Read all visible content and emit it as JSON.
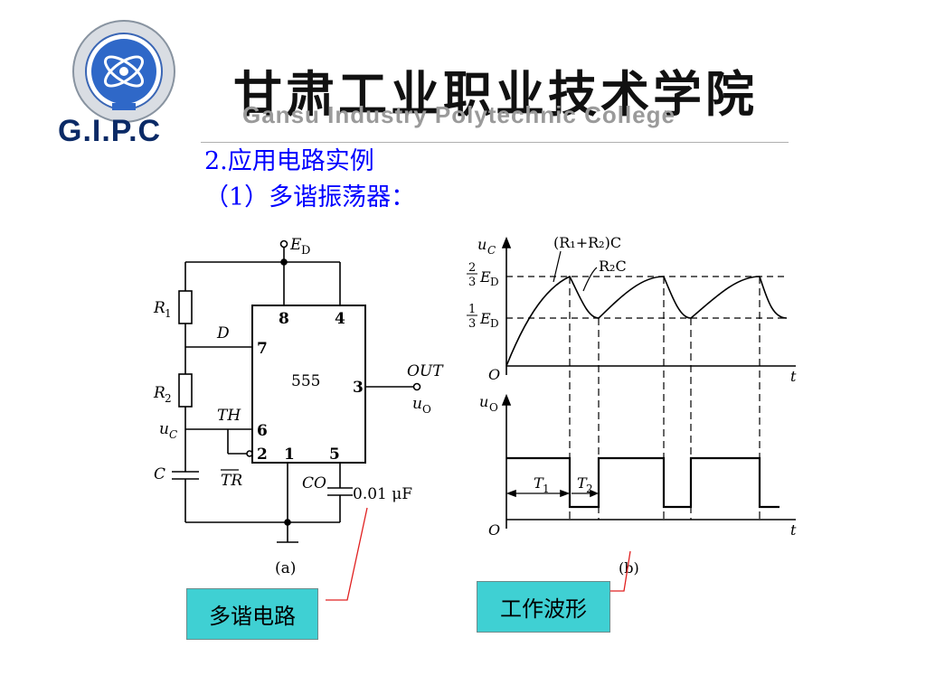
{
  "header": {
    "logo_text": "G.I.P.C",
    "college_cn": "甘肃工业职业技术学院",
    "college_en": "Gansu Industry Polytechnic College"
  },
  "slide": {
    "heading1": "2.应用电路实例",
    "heading2": "（1）多谐振荡器："
  },
  "circuit": {
    "supply": "E",
    "supply_sub": "D",
    "r1": "R",
    "r1_sub": "1",
    "r2": "R",
    "r2_sub": "2",
    "node_d": "D",
    "node_th": "TH",
    "node_uc": "u",
    "node_uc_sub": "C",
    "node_tr": "TR",
    "cap": "C",
    "chip": "555",
    "pin8": "8",
    "pin4": "4",
    "pin7": "7",
    "pin3": "3",
    "pin6": "6",
    "pin2": "2",
    "pin1": "1",
    "pin5": "5",
    "co": "CO",
    "cap_value": "0.01 μF",
    "out": "OUT",
    "uo": "u",
    "uo_sub": "O",
    "caption": "(a)"
  },
  "waveform": {
    "charge_label": "(R₁+R₂)C",
    "discharge_label": "R₂C",
    "uc_axis": "u",
    "uc_axis_sub": "C",
    "uo_axis": "u",
    "uo_axis_sub": "O",
    "upper_frac_num": "2",
    "upper_frac_den": "3",
    "lower_frac_num": "1",
    "lower_frac_den": "3",
    "e_level": "E",
    "e_level_sub": "D",
    "origin": "O",
    "t_axis": "t",
    "t1": "T",
    "t1_sub": "1",
    "t2": "T",
    "t2_sub": "2",
    "caption": "(b)"
  },
  "callouts": {
    "circuit_label": "多谐电路",
    "wave_label": "工作波形"
  },
  "colors": {
    "heading": "#0000ff",
    "callout_fill": "#3fd0d3",
    "callout_line": "#e02020",
    "logo_blue": "#0b2a66"
  }
}
